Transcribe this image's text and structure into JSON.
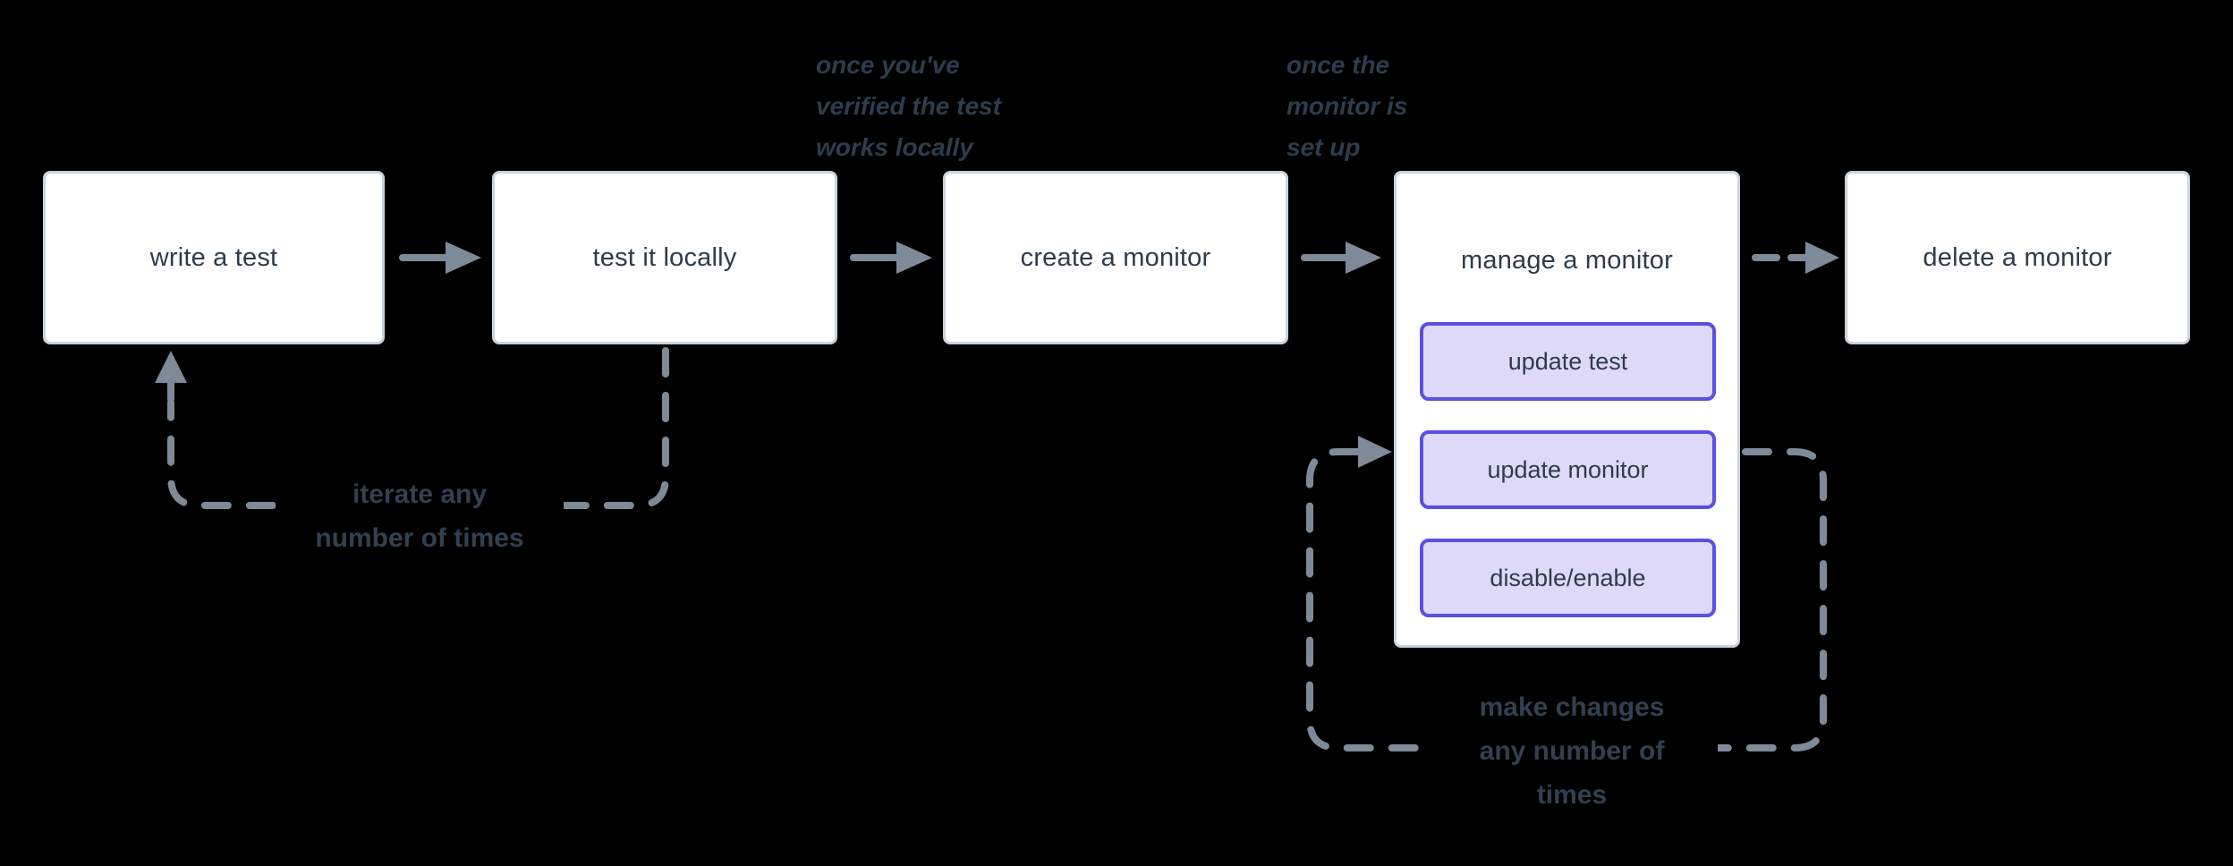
{
  "background": "#000000",
  "colors": {
    "node_fill": "#FFFFFF",
    "node_border": "#C9D3DD",
    "node_text": "#2E3B4B",
    "sub_button_fill": "#DED9F8",
    "sub_button_border": "#5A50E2",
    "arrow_gray": "#7E8A98",
    "annotation_text": "#2E3C4E",
    "loop_label_text": "#334051"
  },
  "flow": {
    "boxes": [
      {
        "id": "write-test",
        "label": "write a test"
      },
      {
        "id": "test-locally",
        "label": "test it locally"
      },
      {
        "id": "create-monitor",
        "label": "create a monitor"
      },
      {
        "id": "manage-monitor",
        "label": "manage a monitor",
        "sub_actions": [
          {
            "label": "update test"
          },
          {
            "label": "update monitor"
          },
          {
            "label": "disable/enable"
          }
        ]
      },
      {
        "id": "delete-monitor",
        "label": "delete a monitor"
      }
    ]
  },
  "annotations": [
    {
      "id": "verified-locally",
      "text": "once you've\nverified the test\nworks locally"
    },
    {
      "id": "monitor-set-up",
      "text": "once the\nmonitor is\nset up"
    }
  ],
  "loops": [
    {
      "id": "iterate-loop",
      "label": "iterate any\nnumber of times"
    },
    {
      "id": "make-changes-loop",
      "label": "make changes\nany number of\ntimes"
    }
  ]
}
